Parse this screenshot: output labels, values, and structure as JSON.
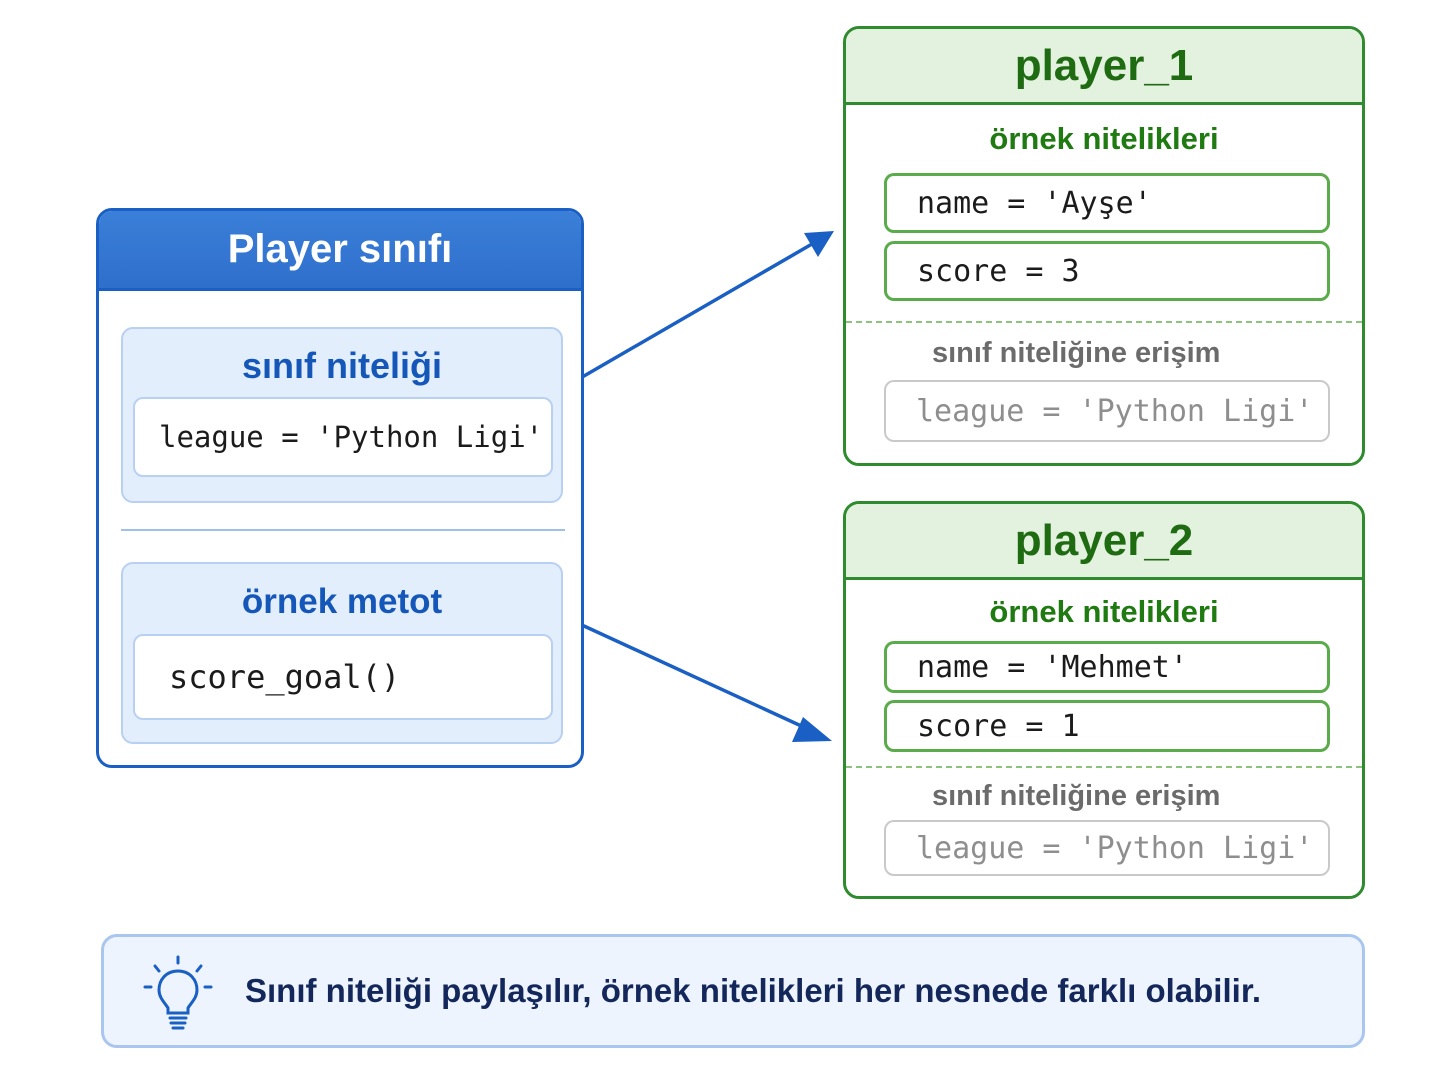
{
  "colors": {
    "class_blue": "#1a5fc4",
    "class_header_fill": "#3a7fd8",
    "instance_green": "#2e8b2e",
    "instance_header_fill": "#e3f1df",
    "muted_gray": "#8e8e8e",
    "note_text": "#13275a"
  },
  "class_box": {
    "title": "Player sınıfı",
    "class_attribute": {
      "label": "sınıf niteliği",
      "code": "league = 'Python Ligi'"
    },
    "instance_method": {
      "label": "örnek metot",
      "code": "score_goal()"
    }
  },
  "instances": [
    {
      "title": "player_1",
      "attributes_label": "örnek nitelikleri",
      "attributes": [
        "name = 'Ayşe'",
        "score = 3"
      ],
      "access_label": "sınıf niteliğine erişim",
      "access_code": "league = 'Python Ligi'"
    },
    {
      "title": "player_2",
      "attributes_label": "örnek nitelikleri",
      "attributes": [
        "name = 'Mehmet'",
        "score = 1"
      ],
      "access_label": "sınıf niteliğine erişim",
      "access_code": "league = 'Python Ligi'"
    }
  ],
  "note": {
    "icon": "lightbulb-icon",
    "text": "Sınıf niteliği paylaşılır, örnek nitelikleri her nesnede farklı olabilir."
  }
}
